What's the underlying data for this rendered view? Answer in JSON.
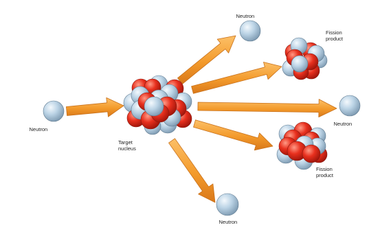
{
  "labels": {
    "incoming_neutron": "Neutron",
    "target_nucleus_line1": "Target",
    "target_nucleus_line2": "nucleus",
    "neutron_top": "Neutron",
    "fission_product_top_line1": "Fission",
    "fission_product_top_line2": "product",
    "neutron_right": "Neutron",
    "fission_product_bottom_line1": "Fission",
    "fission_product_bottom_line2": "product",
    "neutron_bottom": "Neutron"
  },
  "colors": {
    "neutron": "#b9d3e6",
    "proton": "#e5311f",
    "arrow": "#f59a2c",
    "arrow_edge": "#c8701a"
  }
}
